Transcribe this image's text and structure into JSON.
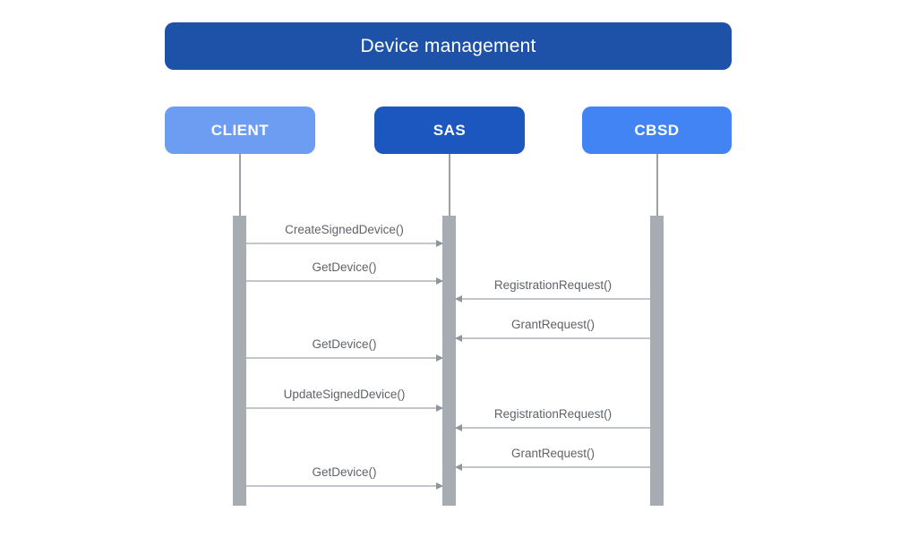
{
  "diagram": {
    "title": "Device management",
    "actors": [
      {
        "id": "client",
        "label": "CLIENT",
        "color": "#6c9df2"
      },
      {
        "id": "sas",
        "label": "SAS",
        "color": "#1b57be"
      },
      {
        "id": "cbsd",
        "label": "CBSD",
        "color": "#4384f4"
      }
    ],
    "messages": [
      {
        "label": "CreateSignedDevice()",
        "from": "CLIENT",
        "to": "SAS"
      },
      {
        "label": "GetDevice()",
        "from": "CLIENT",
        "to": "SAS"
      },
      {
        "label": "RegistrationRequest()",
        "from": "CBSD",
        "to": "SAS"
      },
      {
        "label": "GrantRequest()",
        "from": "CBSD",
        "to": "SAS"
      },
      {
        "label": "GetDevice()",
        "from": "CLIENT",
        "to": "SAS"
      },
      {
        "label": "UpdateSignedDevice()",
        "from": "CLIENT",
        "to": "SAS"
      },
      {
        "label": "RegistrationRequest()",
        "from": "CBSD",
        "to": "SAS"
      },
      {
        "label": "GrantRequest()",
        "from": "CBSD",
        "to": "SAS"
      },
      {
        "label": "GetDevice()",
        "from": "CLIENT",
        "to": "SAS"
      }
    ],
    "colors": {
      "title_background": "#1d52a8",
      "text_on_blue": "#ffffff",
      "message_text": "#5f6368",
      "arrow_line": "#c2c6ca",
      "arrow_head": "#8e959c",
      "lifeline": "#9aa0a6",
      "activation_bar": "#a7acb2",
      "background": "#ffffff"
    }
  }
}
